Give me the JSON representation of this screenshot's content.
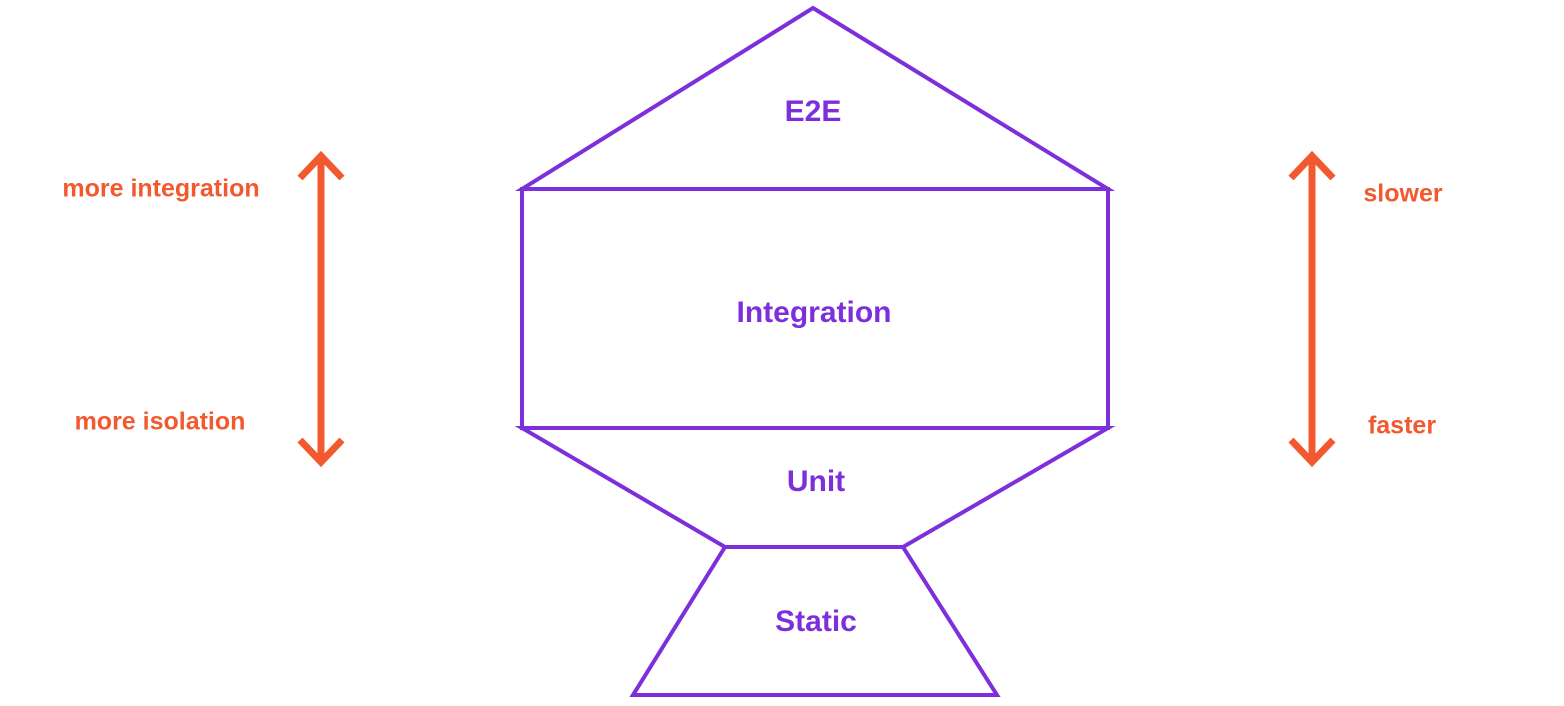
{
  "colors": {
    "purple": "#7C2FDB",
    "orange": "#F2592E",
    "bg": "#FFFFFF"
  },
  "trophy": {
    "levels": [
      {
        "id": "e2e",
        "label": "E2E"
      },
      {
        "id": "integration",
        "label": "Integration"
      },
      {
        "id": "unit",
        "label": "Unit"
      },
      {
        "id": "static",
        "label": "Static"
      }
    ]
  },
  "left_axis": {
    "top_label": "more integration",
    "bottom_label": "more isolation"
  },
  "right_axis": {
    "top_label": "slower",
    "bottom_label": "faster"
  }
}
